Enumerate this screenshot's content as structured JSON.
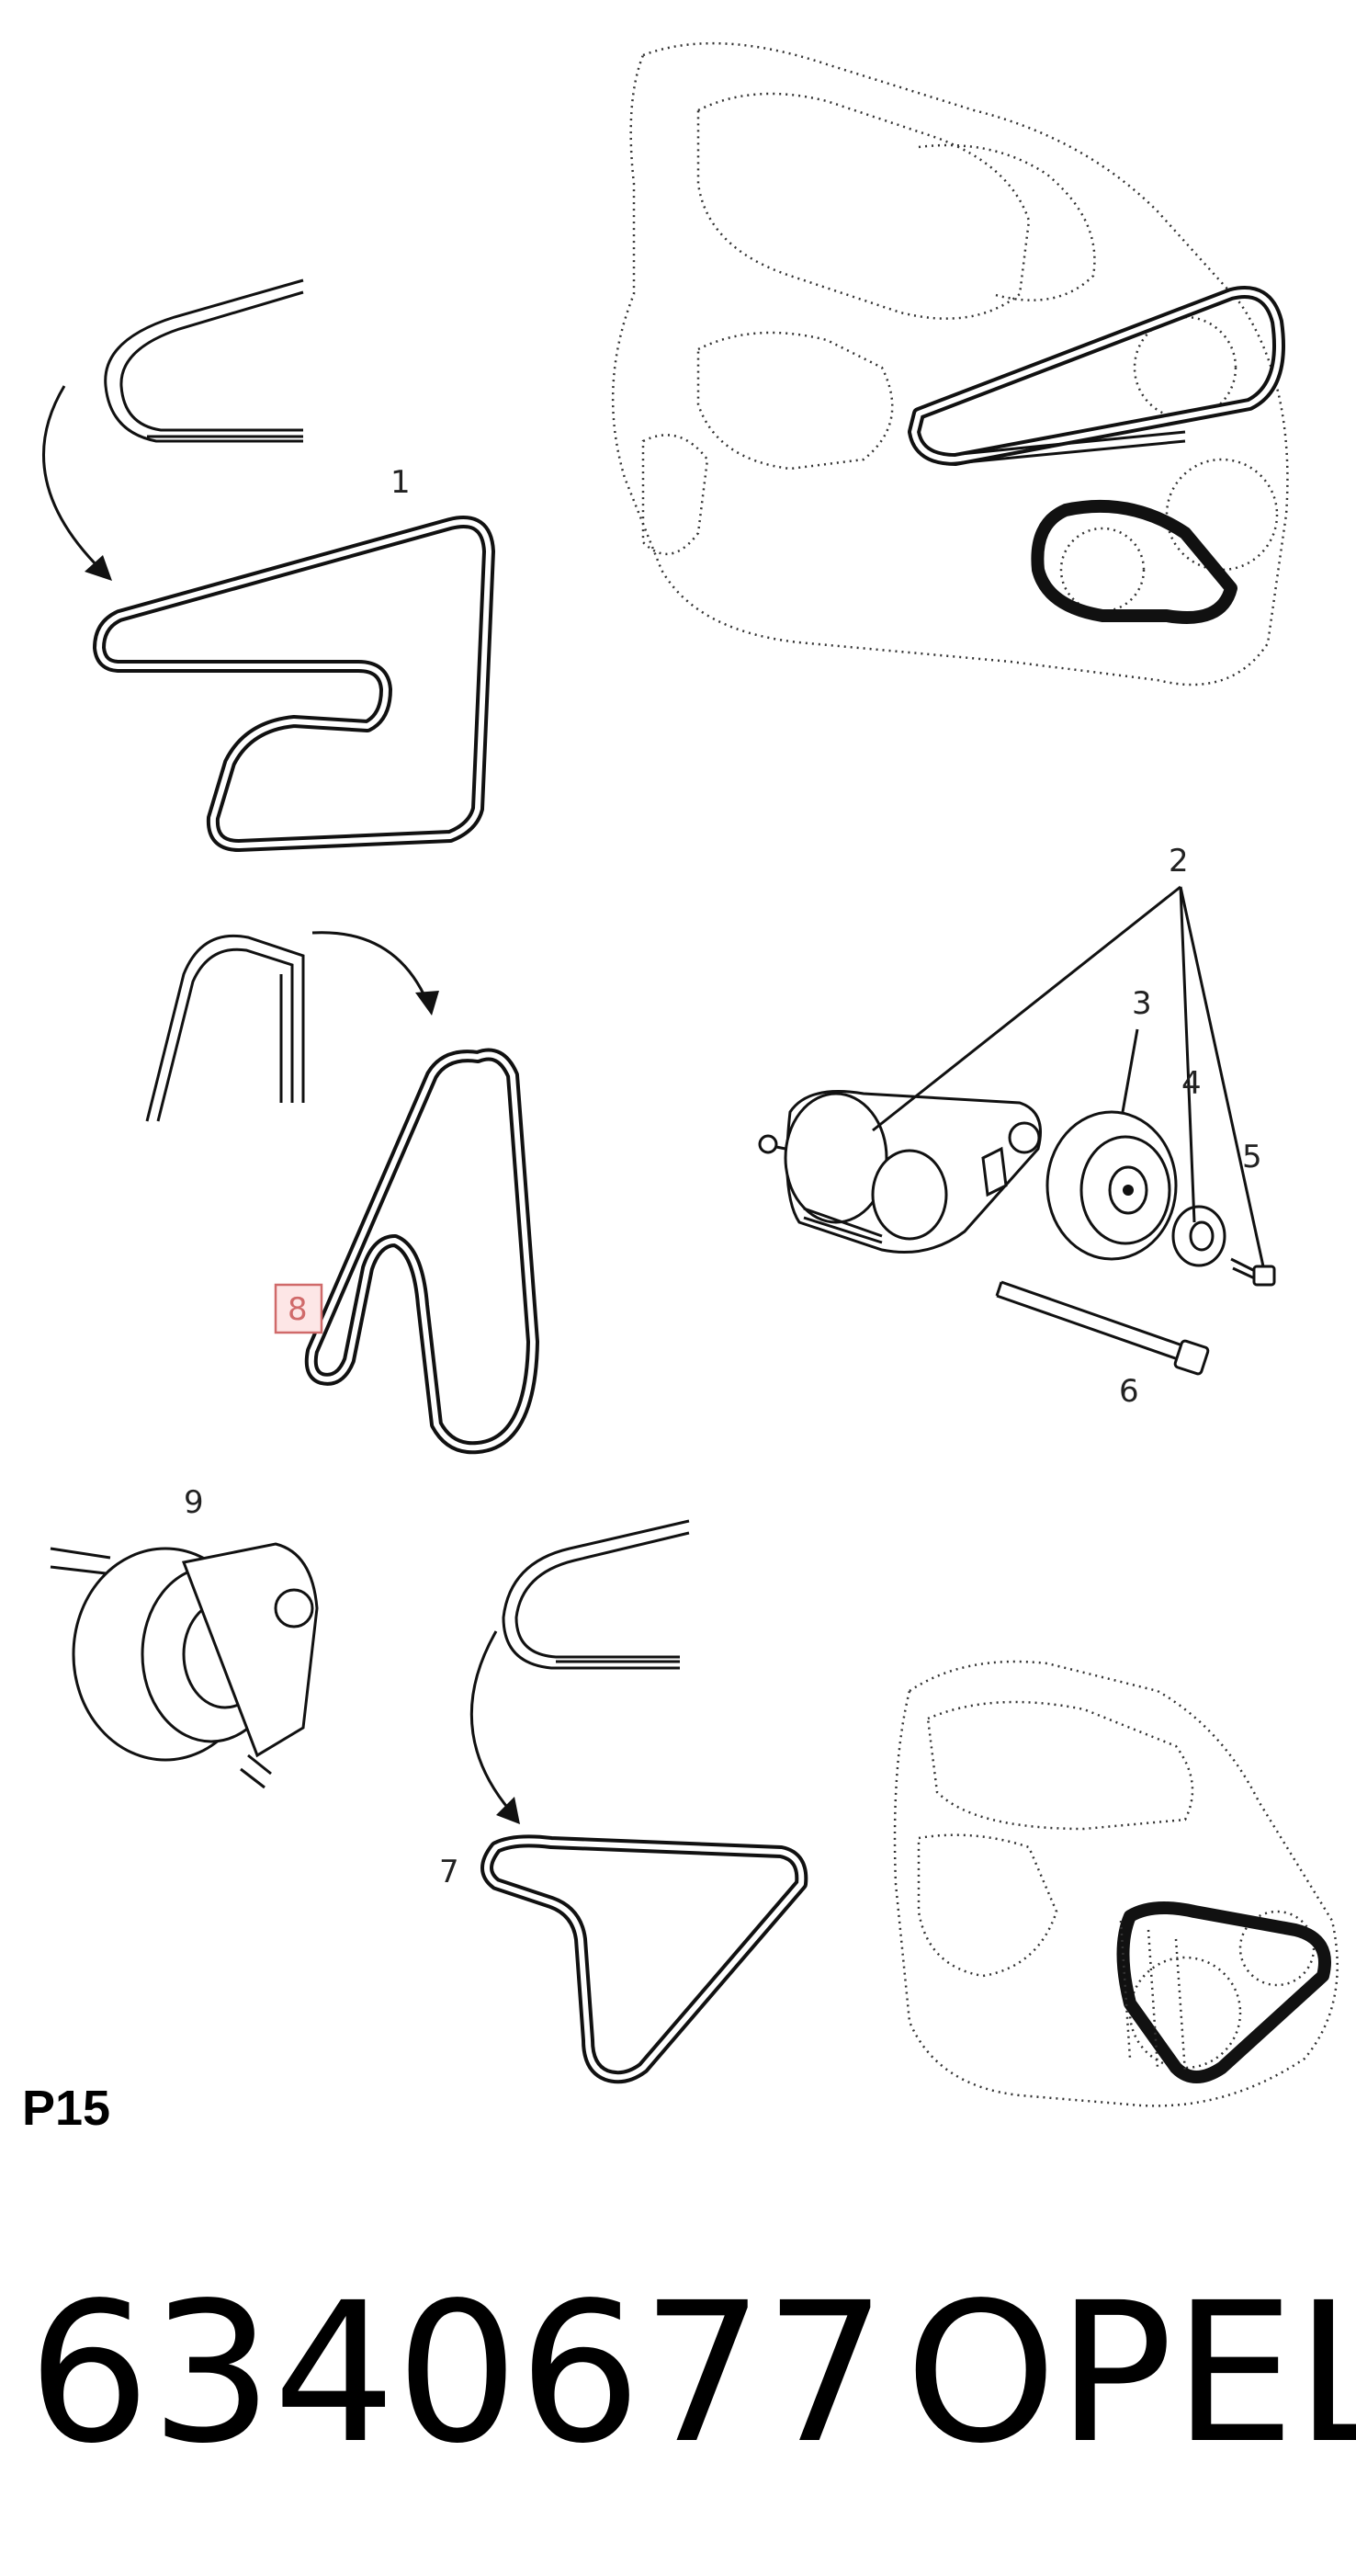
{
  "callouts": {
    "c1": "1",
    "c2": "2",
    "c3": "3",
    "c4": "4",
    "c5": "5",
    "c6": "6",
    "c7": "7",
    "c8": "8",
    "c9": "9"
  },
  "sheet_code": "P15",
  "part_number": "6340677",
  "brand": "OPEL",
  "colors": {
    "ink": "#111111",
    "highlight": "#d06a6a"
  }
}
